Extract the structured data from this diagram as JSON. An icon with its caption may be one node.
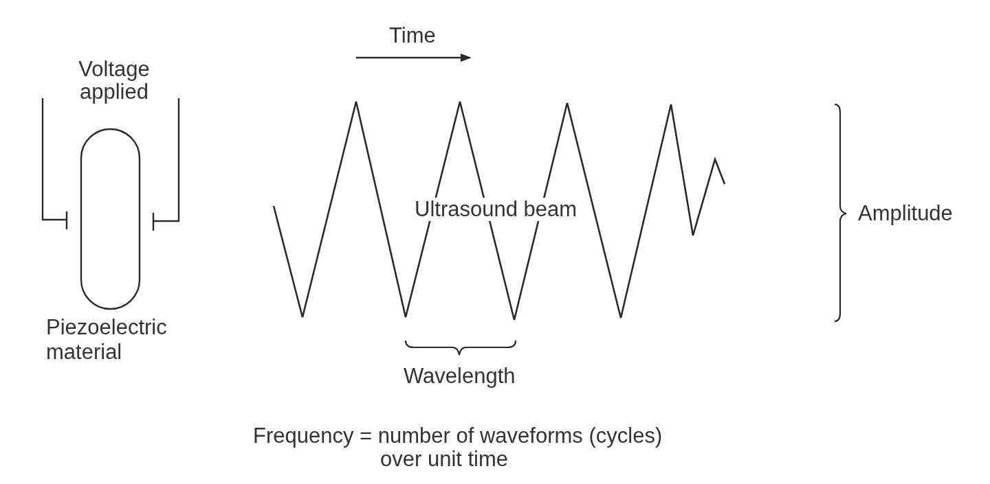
{
  "diagram": {
    "nodes": [
      {
        "text": [
          "Piezoelectric material"
        ]
      }
    ],
    "labels": [
      "Time",
      "Voltage applied",
      "Ultrasound beam",
      "Amplitude",
      "Wavelength",
      "Frequency = number of waveforms (cycles) over unit time"
    ]
  }
}
